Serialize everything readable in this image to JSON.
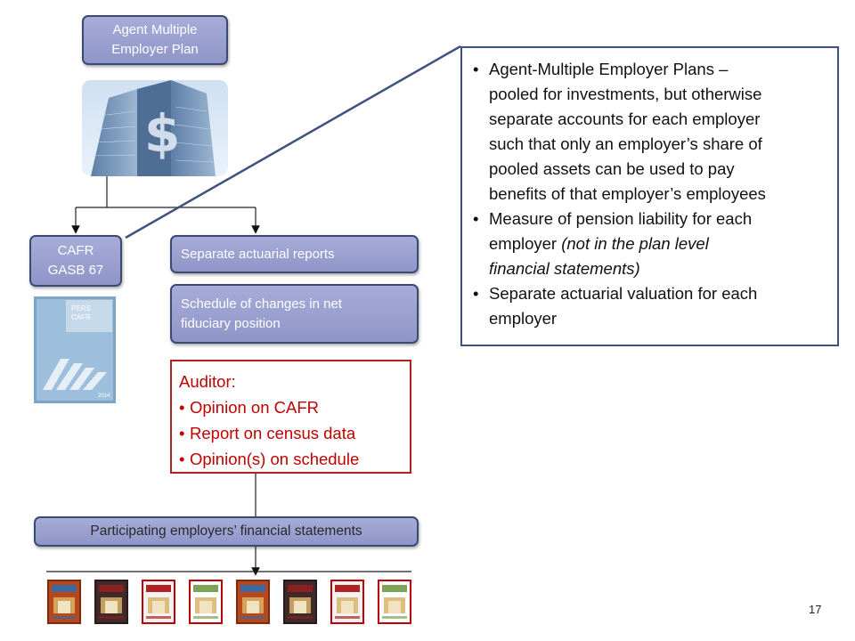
{
  "plan_box": {
    "line1": "Agent Multiple",
    "line2": "Employer Plan"
  },
  "cafr_box": {
    "line1": "CAFR",
    "line2": "GASB 67"
  },
  "cafr_cover": {
    "line1": "PERS",
    "line2": "CAFR",
    "year": "2014"
  },
  "actuarial_reports": "Separate actuarial reports",
  "schedule_box": {
    "line1": "Schedule of changes in net",
    "line2": "fiduciary position"
  },
  "auditor": {
    "title": "Auditor:",
    "items": [
      "Opinion on CAFR",
      "Report on census data",
      "Opinion(s) on schedule"
    ]
  },
  "participating": "Participating employers’ financial statements",
  "callout": {
    "bullet1": {
      "lines": [
        "Agent-Multiple Employer Plans –",
        "pooled for investments, but otherwise",
        "separate accounts for each employer",
        "such that only an employer’s share of",
        "pooled assets can be used to pay",
        "benefits of that employer’s employees"
      ]
    },
    "bullet2": {
      "line1": "Measure of pension liability for each",
      "line2_plain": "employer ",
      "line2_italic": "(not in the plan level",
      "line3_italic": "financial statements)"
    },
    "bullet3": {
      "line1": "Separate actuarial valuation for each",
      "line2": "employer"
    }
  },
  "page_number": "17",
  "colors": {
    "box_fill": "#9ca1d0",
    "box_border": "#3b4a73",
    "auditor_red": "#c00000",
    "callout_border": "#3d5280"
  },
  "icons": [
    "skyscraper-dollar-icon",
    "report-cover-icon",
    "financial-report-thumbnail-icon"
  ]
}
